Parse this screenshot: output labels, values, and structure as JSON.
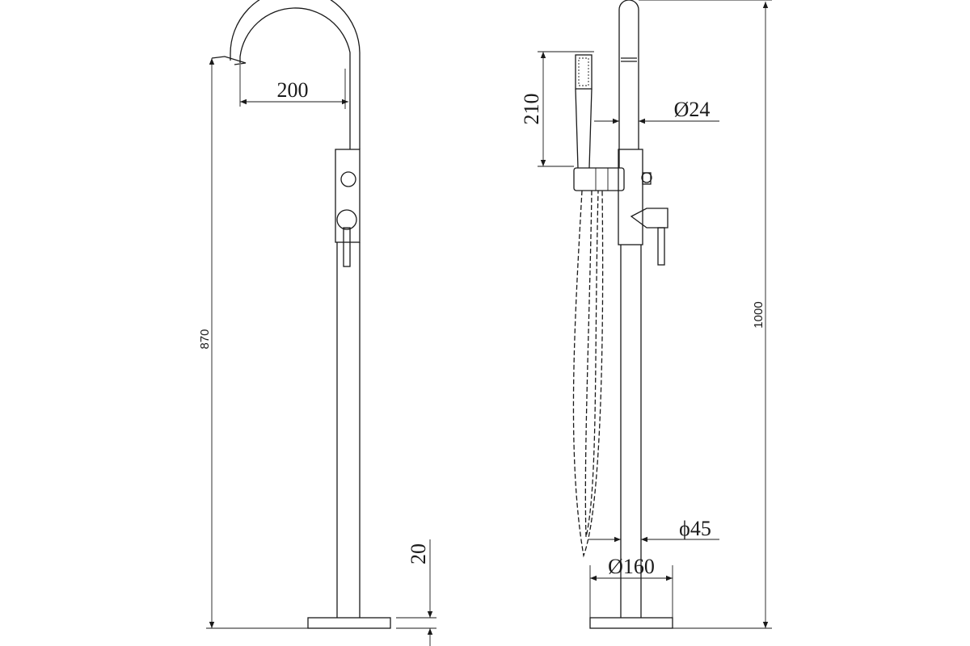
{
  "dimensions": {
    "spout_reach": "200",
    "front_height": "870",
    "base_thickness": "20",
    "handshower_length": "210",
    "handshower_diameter": "Ø24",
    "column_diameter": "ϕ45",
    "base_diameter": "Ø160",
    "total_height": "1000"
  }
}
